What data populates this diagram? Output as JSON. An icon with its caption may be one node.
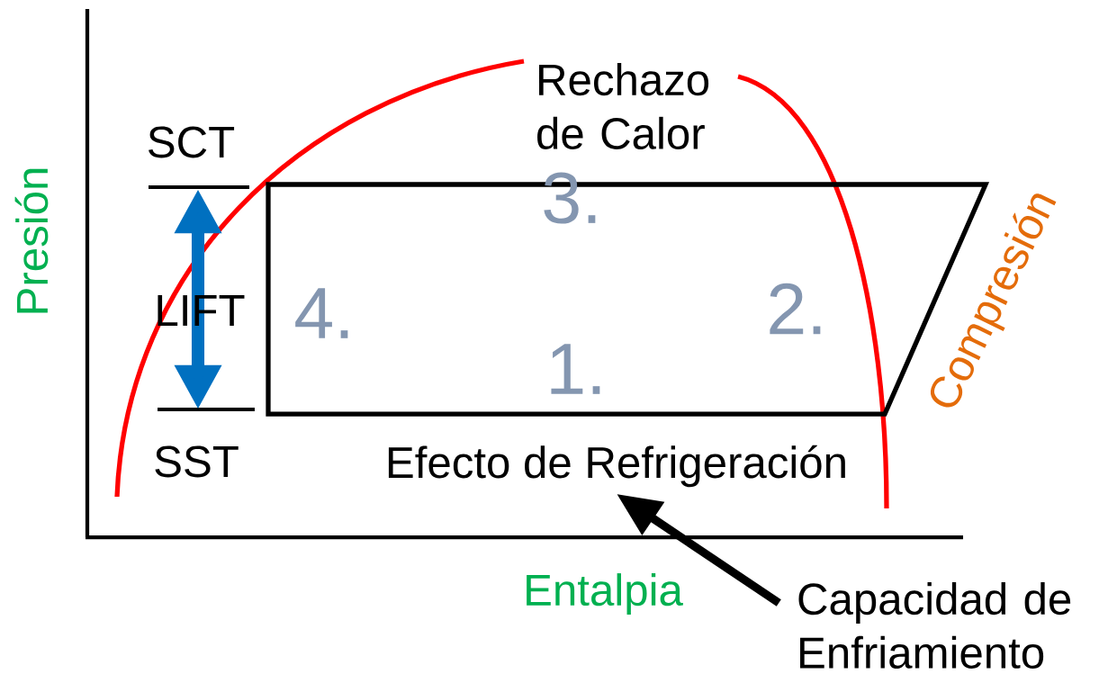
{
  "diagram": {
    "nodes": [
      {
        "text": [
          "Capacidad de Enfriamiento"
        ]
      },
      {
        "text": [
          "Efecto de Refrigeración"
        ]
      }
    ],
    "edges": [
      {
        "from": 0,
        "to": 1,
        "arrow": "to"
      }
    ],
    "labels": [
      "Rechazo de Calor",
      "SCT",
      "3.",
      "Presión",
      "Compresión",
      "LIFT",
      "4.",
      "2.",
      "1.",
      "SST",
      "Entalpia"
    ]
  }
}
